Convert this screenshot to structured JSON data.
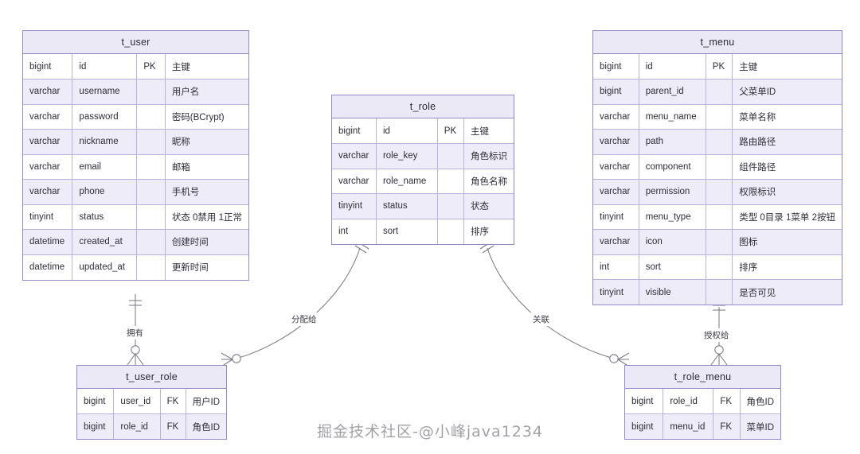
{
  "diagram": {
    "type": "er-diagram",
    "title": "",
    "colors": {
      "entity_border": "#9189c4",
      "entity_header_bg": "#ece9f7",
      "row_alt_bg": "#eeecf8",
      "row_bg": "#ffffff",
      "connector": "#7a7a86",
      "text": "#2e2e38",
      "background": "#ffffff"
    },
    "columns": [
      "type",
      "name",
      "key",
      "comment"
    ]
  },
  "entities": [
    {
      "id": "t_user",
      "name": "t_user",
      "fields": [
        {
          "type": "bigint",
          "name": "id",
          "key": "PK",
          "comment": "主键"
        },
        {
          "type": "varchar",
          "name": "username",
          "key": "",
          "comment": "用户名"
        },
        {
          "type": "varchar",
          "name": "password",
          "key": "",
          "comment": "密码(BCrypt)"
        },
        {
          "type": "varchar",
          "name": "nickname",
          "key": "",
          "comment": "昵称"
        },
        {
          "type": "varchar",
          "name": "email",
          "key": "",
          "comment": "邮箱"
        },
        {
          "type": "varchar",
          "name": "phone",
          "key": "",
          "comment": "手机号"
        },
        {
          "type": "tinyint",
          "name": "status",
          "key": "",
          "comment": "状态 0禁用 1正常"
        },
        {
          "type": "datetime",
          "name": "created_at",
          "key": "",
          "comment": "创建时间"
        },
        {
          "type": "datetime",
          "name": "updated_at",
          "key": "",
          "comment": "更新时间"
        }
      ]
    },
    {
      "id": "t_role",
      "name": "t_role",
      "fields": [
        {
          "type": "bigint",
          "name": "id",
          "key": "PK",
          "comment": "主键"
        },
        {
          "type": "varchar",
          "name": "role_key",
          "key": "",
          "comment": "角色标识"
        },
        {
          "type": "varchar",
          "name": "role_name",
          "key": "",
          "comment": "角色名称"
        },
        {
          "type": "tinyint",
          "name": "status",
          "key": "",
          "comment": "状态"
        },
        {
          "type": "int",
          "name": "sort",
          "key": "",
          "comment": "排序"
        }
      ]
    },
    {
      "id": "t_menu",
      "name": "t_menu",
      "fields": [
        {
          "type": "bigint",
          "name": "id",
          "key": "PK",
          "comment": "主键"
        },
        {
          "type": "bigint",
          "name": "parent_id",
          "key": "",
          "comment": "父菜单ID"
        },
        {
          "type": "varchar",
          "name": "menu_name",
          "key": "",
          "comment": "菜单名称"
        },
        {
          "type": "varchar",
          "name": "path",
          "key": "",
          "comment": "路由路径"
        },
        {
          "type": "varchar",
          "name": "component",
          "key": "",
          "comment": "组件路径"
        },
        {
          "type": "varchar",
          "name": "permission",
          "key": "",
          "comment": "权限标识"
        },
        {
          "type": "tinyint",
          "name": "menu_type",
          "key": "",
          "comment": "类型 0目录 1菜单 2按钮"
        },
        {
          "type": "varchar",
          "name": "icon",
          "key": "",
          "comment": "图标"
        },
        {
          "type": "int",
          "name": "sort",
          "key": "",
          "comment": "排序"
        },
        {
          "type": "tinyint",
          "name": "visible",
          "key": "",
          "comment": "是否可见"
        }
      ]
    },
    {
      "id": "t_user_role",
      "name": "t_user_role",
      "fields": [
        {
          "type": "bigint",
          "name": "user_id",
          "key": "FK",
          "comment": "用户ID"
        },
        {
          "type": "bigint",
          "name": "role_id",
          "key": "FK",
          "comment": "角色ID"
        }
      ]
    },
    {
      "id": "t_role_menu",
      "name": "t_role_menu",
      "fields": [
        {
          "type": "bigint",
          "name": "role_id",
          "key": "FK",
          "comment": "角色ID"
        },
        {
          "type": "bigint",
          "name": "menu_id",
          "key": "FK",
          "comment": "菜单ID"
        }
      ]
    }
  ],
  "relationships": [
    {
      "id": "user-userrole",
      "from": "t_user",
      "to": "t_user_role",
      "label": "拥有",
      "from_cardinality": "exactly-one",
      "to_cardinality": "zero-or-many"
    },
    {
      "id": "role-userrole",
      "from": "t_role",
      "to": "t_user_role",
      "label": "分配给",
      "from_cardinality": "exactly-one",
      "to_cardinality": "zero-or-many"
    },
    {
      "id": "role-rolemenu",
      "from": "t_role",
      "to": "t_role_menu",
      "label": "关联",
      "from_cardinality": "exactly-one",
      "to_cardinality": "zero-or-many"
    },
    {
      "id": "menu-rolemenu",
      "from": "t_menu",
      "to": "t_role_menu",
      "label": "授权给",
      "from_cardinality": "exactly-one",
      "to_cardinality": "zero-or-many"
    }
  ],
  "watermark": {
    "text": "掘金技术社区-@小峰java1234"
  }
}
